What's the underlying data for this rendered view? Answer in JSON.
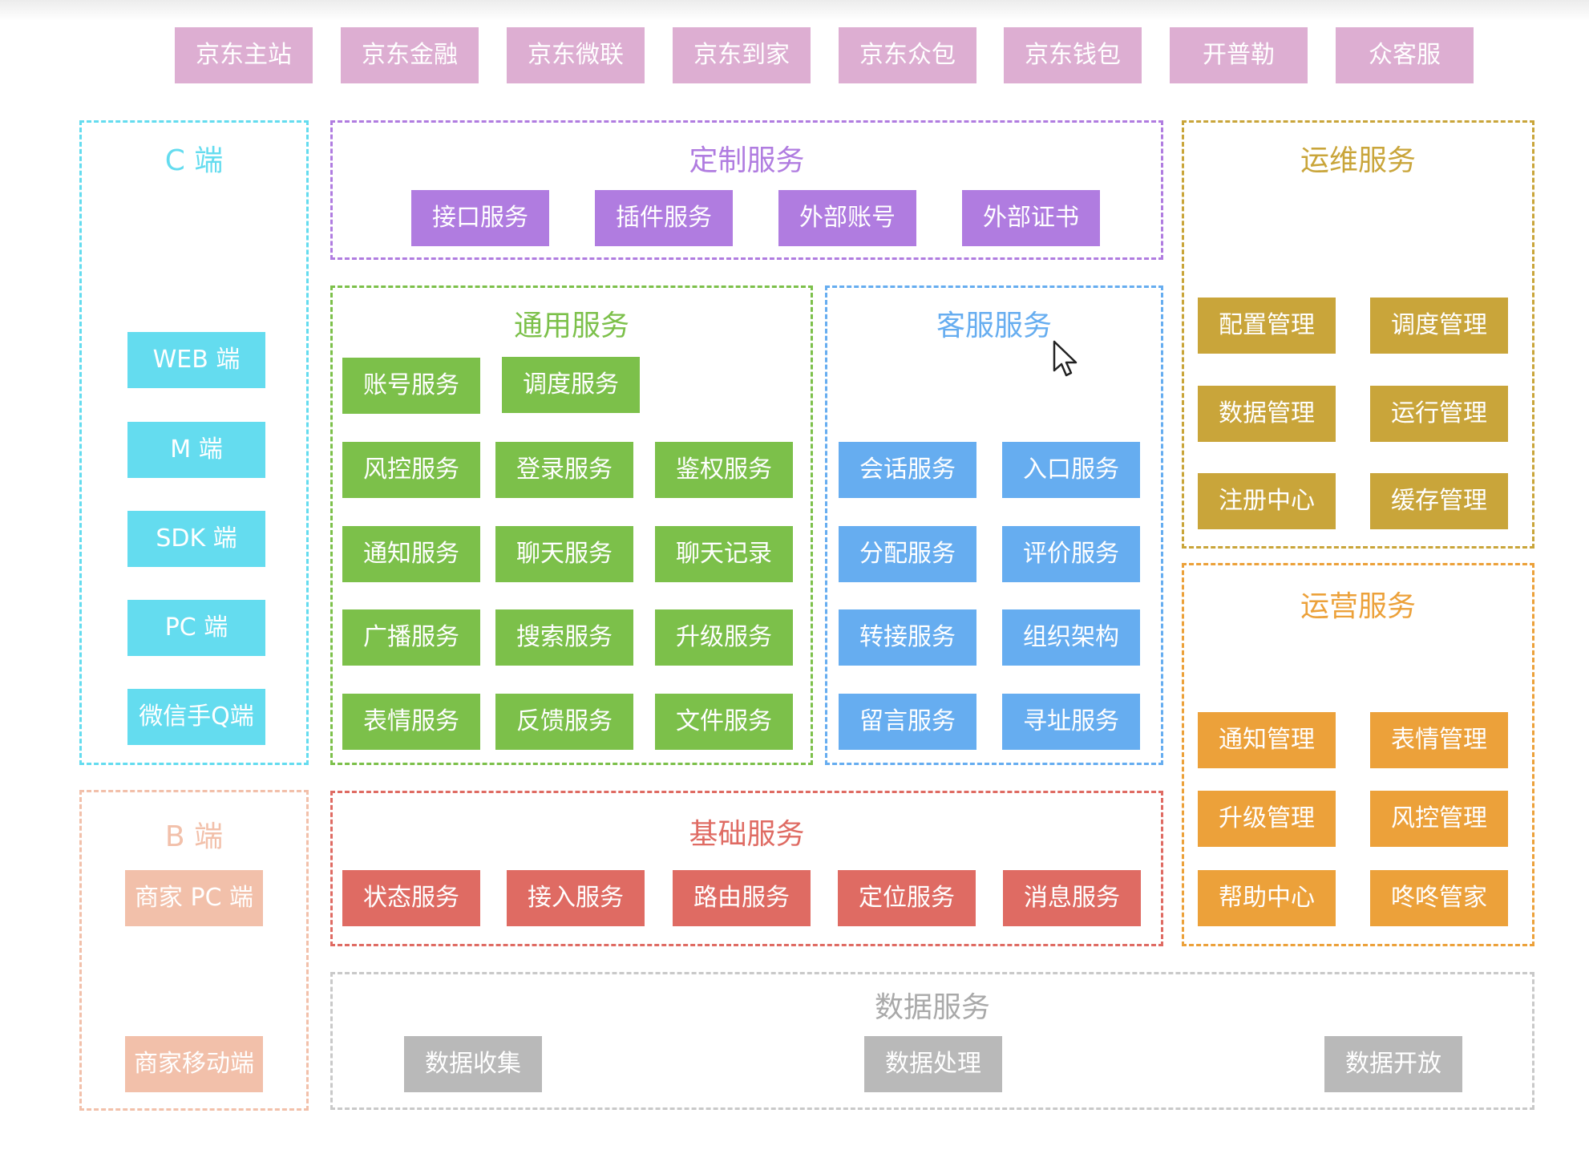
{
  "colors": {
    "top": "#ddaed2",
    "c_end": "#64dcef",
    "b_end": "#f2c0aa",
    "custom": "#b07ce0",
    "general": "#7cc04a",
    "cs": "#66adf0",
    "base": "#df6b63",
    "ops": "#c9a53a",
    "operate": "#eca13a",
    "data": "#b9b9b9"
  },
  "top_products": [
    "京东主站",
    "京东金融",
    "京东微联",
    "京东到家",
    "京东众包",
    "京东钱包",
    "开普勒",
    "众客服"
  ],
  "c_end": {
    "title": "C 端",
    "items": [
      "WEB 端",
      "M 端",
      "SDK 端",
      "PC 端",
      "微信手Q端"
    ]
  },
  "b_end": {
    "title": "B 端",
    "items": [
      "商家 PC 端",
      "商家移动端"
    ]
  },
  "custom_service": {
    "title": "定制服务",
    "items": [
      "接口服务",
      "插件服务",
      "外部账号",
      "外部证书"
    ]
  },
  "general_service": {
    "title": "通用服务",
    "items": [
      "账号服务",
      "调度服务",
      "风控服务",
      "登录服务",
      "鉴权服务",
      "通知服务",
      "聊天服务",
      "聊天记录",
      "广播服务",
      "搜索服务",
      "升级服务",
      "表情服务",
      "反馈服务",
      "文件服务"
    ]
  },
  "cs_service": {
    "title": "客服服务",
    "items": [
      "会话服务",
      "入口服务",
      "分配服务",
      "评价服务",
      "转接服务",
      "组织架构",
      "留言服务",
      "寻址服务"
    ]
  },
  "base_service": {
    "title": "基础服务",
    "items": [
      "状态服务",
      "接入服务",
      "路由服务",
      "定位服务",
      "消息服务"
    ]
  },
  "ops_service": {
    "title": "运维服务",
    "items": [
      "配置管理",
      "调度管理",
      "数据管理",
      "运行管理",
      "注册中心",
      "缓存管理"
    ]
  },
  "operate_service": {
    "title": "运营服务",
    "items": [
      "通知管理",
      "表情管理",
      "升级管理",
      "风控管理",
      "帮助中心",
      "咚咚管家"
    ]
  },
  "data_service": {
    "title": "数据服务",
    "items": [
      "数据收集",
      "数据处理",
      "数据开放"
    ]
  }
}
